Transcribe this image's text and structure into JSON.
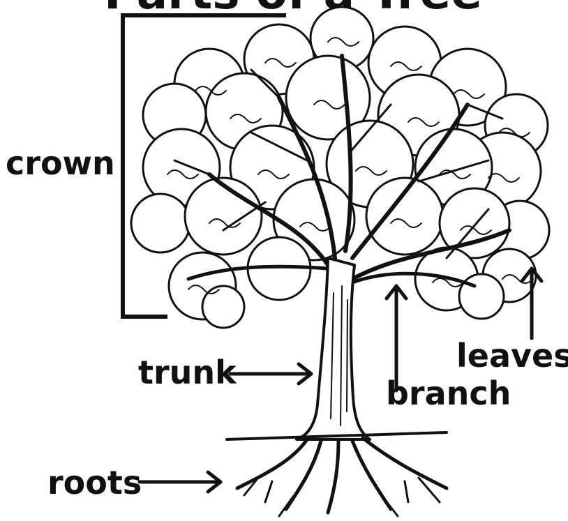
{
  "title": "Parts of a Tree",
  "labels": {
    "crown": "crown",
    "trunk": "trunk",
    "roots": "roots",
    "branch": "branch",
    "leaves": "leaves"
  },
  "colors": {
    "ink": "#111111",
    "background": "#ffffff"
  }
}
